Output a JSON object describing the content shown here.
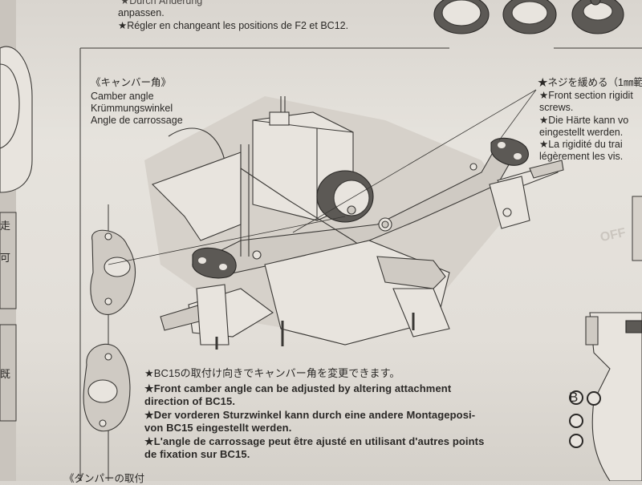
{
  "top": {
    "line1": "★Durch Änderung",
    "line2": "anpassen.",
    "line3": "★Régler en changeant les positions de F2 et BC12."
  },
  "camber_section": {
    "jp_title": "《キャンバー角》",
    "en_title": "Camber angle",
    "de_title": "Krümmungswinkel",
    "fr_title": "Angle de carrossage"
  },
  "screws_note": {
    "jp": "★ネジを緩める（1㎜範",
    "en1": "★Front section rigidit",
    "en2": "screws.",
    "de1": "★Die Härte kann vo",
    "de2": "eingestellt werden.",
    "fr1": "★La rigidité du trai",
    "fr2": "légèrement les vis."
  },
  "caption": {
    "jp": "★BC15の取付け向きでキャンバー角を変更できます。",
    "en1": "★Front camber angle can be adjusted by altering attachment",
    "en2": "direction of BC15.",
    "de1": "★Der vorderen Sturzwinkel kann durch eine andere Montagepos­i-",
    "de2": "von BC15 eingestellt werden.",
    "fr1": "★L'angle de carrossage peut être ajusté en utilisant d'autres points",
    "fr2": "de fixation sur BC15."
  },
  "side_labels": {
    "jp_left": "走",
    "jp_left2": "可",
    "jp_left3": "既",
    "part_letter": "B",
    "faded_right": "OFF"
  },
  "bottom": {
    "heading_fragment": "《ダンパーの取付"
  },
  "colors": {
    "paper": "#e3dfd9",
    "ink": "#2a2826",
    "shadow": "#c4bfb8"
  }
}
